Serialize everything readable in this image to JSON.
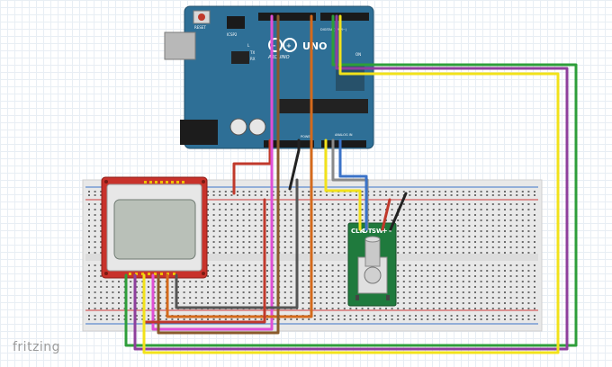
{
  "app": {
    "brand": "fritzing"
  },
  "arduino": {
    "logo_text": "ARDUINO",
    "model": "UNO",
    "reset_label": "RESET",
    "icsp_label": "ICSP2",
    "tx_label": "TX",
    "rx_label": "RX",
    "on_label": "ON",
    "l_label": "L",
    "power_label": "POWER",
    "analog_label": "ANALOG IN",
    "digital_label": "DIGITAL (PWM~)",
    "board_color": "#2e6f96"
  },
  "encoder": {
    "pin_labels": [
      "CLK",
      "DT",
      "SW",
      "+",
      "-"
    ],
    "board_color": "#1f7a3d"
  },
  "lcd": {
    "board_color": "#c8322b",
    "screen_color": "#b9c0b8"
  },
  "wires": {
    "red": "#c0392b",
    "black": "#222222",
    "blue": "#3b73c8",
    "yellow": "#f2e21a",
    "green": "#2e9e3a",
    "purple": "#8e3f9c",
    "magenta": "#e04fd6",
    "orange": "#d46a1c",
    "gray": "#8a8a8a"
  }
}
